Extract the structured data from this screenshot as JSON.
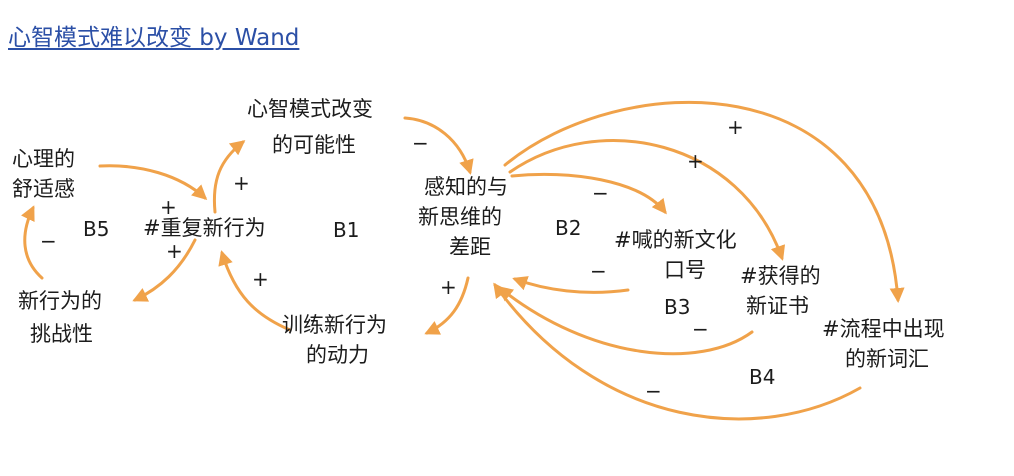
{
  "title": "心智模式难以改变 by Wand",
  "colors": {
    "arrow": "#f0a24a",
    "title": "#2b4fa6",
    "text": "#1c1c1c"
  },
  "nodes": {
    "comfort": [
      "心理的",
      "舒适感"
    ],
    "repeat_new_behavior": [
      "#重复新行为"
    ],
    "mental_model_change": [
      "心智模式改变",
      "的可能性"
    ],
    "new_behavior_challenge": [
      "新行为的",
      "挑战性"
    ],
    "training_motivation": [
      "训练新行为",
      "的动力"
    ],
    "perception_gap": [
      "感知的与",
      "新思维的",
      "差距"
    ],
    "shout_slogan": [
      "#喊的新文化",
      "口号"
    ],
    "get_certificate": [
      "#获得的",
      "新证书"
    ],
    "new_jargon": [
      "#流程中出现",
      "的新词汇"
    ]
  },
  "loops": {
    "b5": "B5",
    "b1": "B1",
    "b2": "B2",
    "b3": "B3",
    "b4": "B4"
  },
  "signs": {
    "comfort_to_repeat": "+",
    "challenge_to_repeat": "+",
    "repeat_to_possibility": "+",
    "challenge_to_comfort": "−",
    "possibility_to_gap": "−",
    "motivation_to_repeat": "+",
    "gap_to_motivation": "+",
    "gap_to_slogan": "−",
    "slogan_to_gap": "−",
    "gap_to_certificate": "+",
    "gap_to_jargon": "+",
    "certificate_to_gap": "−",
    "jargon_to_gap": "−"
  }
}
